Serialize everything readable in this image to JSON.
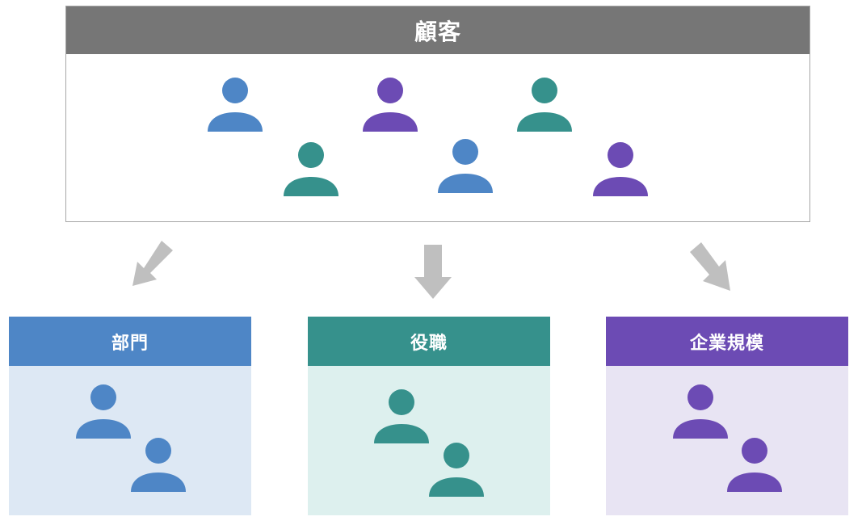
{
  "colors": {
    "header_gray": "#767676",
    "border_gray": "#a6a6a6",
    "arrow_gray": "#bfbfbf",
    "blue": "#4e86c6",
    "teal": "#36918c",
    "purple": "#6c4bb4",
    "blue_bg": "#dde8f4",
    "teal_bg": "#ddf0ee",
    "purple_bg": "#e8e4f3"
  },
  "customers": {
    "title": "顧客",
    "people": [
      {
        "icon": "person-icon",
        "color": "blue"
      },
      {
        "icon": "person-icon",
        "color": "purple"
      },
      {
        "icon": "person-icon",
        "color": "teal"
      },
      {
        "icon": "person-icon",
        "color": "teal"
      },
      {
        "icon": "person-icon",
        "color": "blue"
      },
      {
        "icon": "person-icon",
        "color": "purple"
      }
    ]
  },
  "arrows": [
    {
      "icon": "arrow-down-left-icon"
    },
    {
      "icon": "arrow-down-icon"
    },
    {
      "icon": "arrow-down-right-icon"
    }
  ],
  "segments": [
    {
      "title": "部門",
      "color": "blue",
      "people": 2
    },
    {
      "title": "役職",
      "color": "teal",
      "people": 2
    },
    {
      "title": "企業規模",
      "color": "purple",
      "people": 2
    }
  ]
}
